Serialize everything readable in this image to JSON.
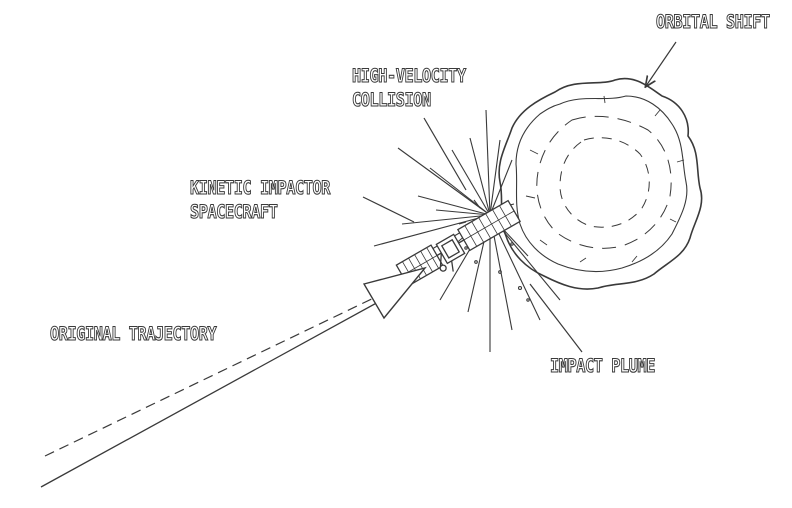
{
  "labels": {
    "orbital_shift": "ORBITAL SHIFT",
    "collision_line1": "HIGH-VELOCITY",
    "collision_line2": "COLLISION",
    "impactor_line1": "KINETIC IMPACTOR",
    "impactor_line2": "SPACECRAFT",
    "trajectory": "ORIGINAL TRAJECTORY",
    "plume": "IMPACT PLUME"
  },
  "colors": {
    "ink": "#3a3a3a",
    "background": "#ffffff"
  },
  "icons": [
    "asteroid-icon",
    "spacecraft-icon",
    "trajectory-arrow-icon",
    "impact-burst-icon"
  ]
}
